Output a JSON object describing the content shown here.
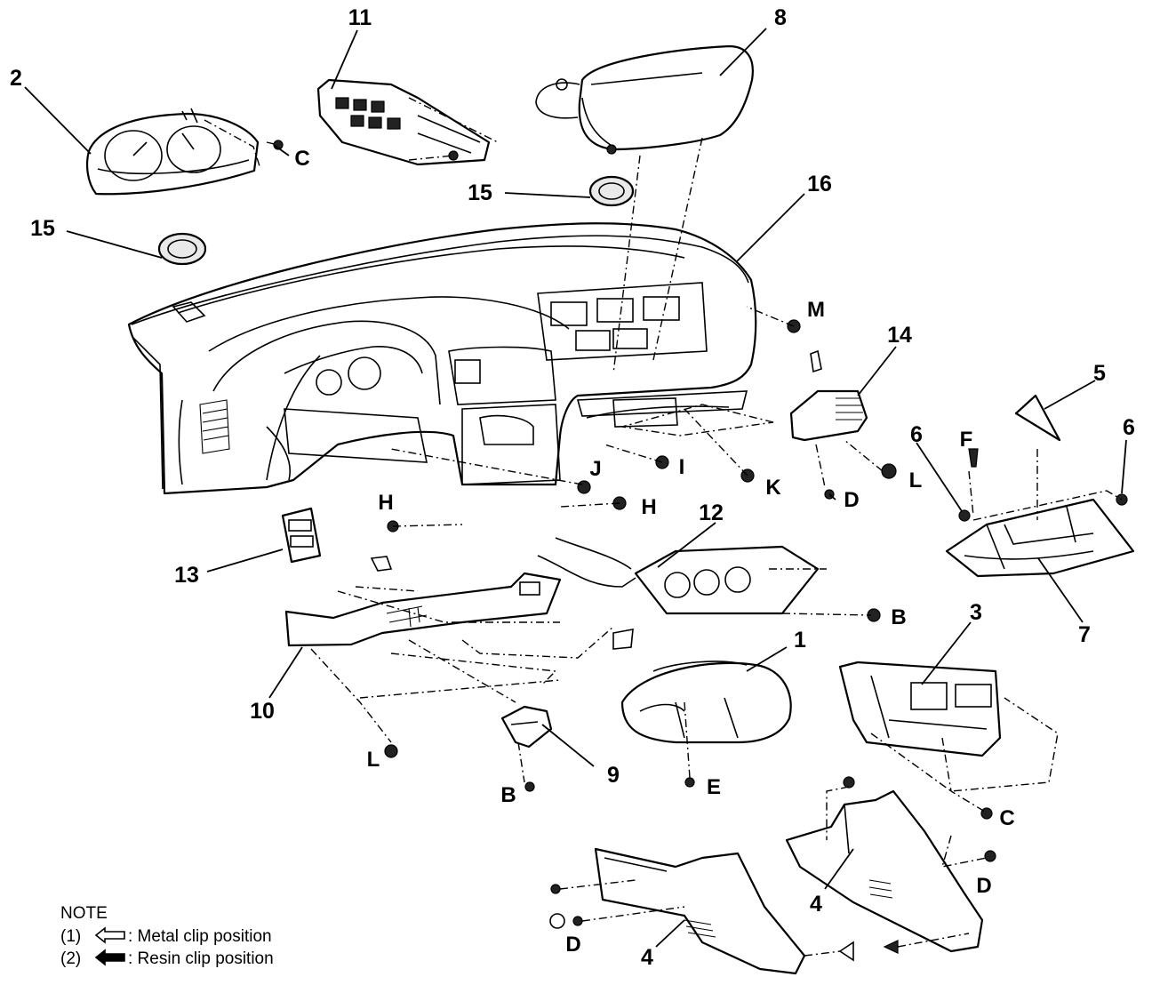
{
  "labels": {
    "n1": "1",
    "n2": "2",
    "n3": "3",
    "n4a": "4",
    "n4b": "4",
    "n5": "5",
    "n6a": "6",
    "n6b": "6",
    "n7": "7",
    "n8": "8",
    "n9": "9",
    "n10": "10",
    "n11": "11",
    "n12": "12",
    "n13": "13",
    "n14": "14",
    "n15a": "15",
    "n15b": "15",
    "n16": "16",
    "Ba": "B",
    "Bb": "B",
    "Ca": "C",
    "Cb": "C",
    "Da": "D",
    "Db": "D",
    "Dc": "D",
    "E": "E",
    "F": "F",
    "Ha": "H",
    "Hb": "H",
    "I": "I",
    "J": "J",
    "K": "K",
    "La": "L",
    "Lb": "L",
    "M": "M"
  },
  "note": {
    "title": "NOTE",
    "item1_num": "(1)",
    "item1_text": ": Metal clip position",
    "item2_num": "(2)",
    "item2_text": ": Resin clip position"
  }
}
